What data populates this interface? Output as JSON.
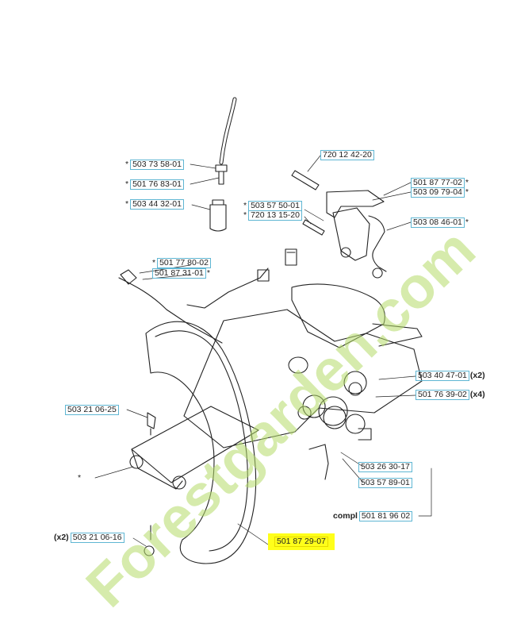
{
  "watermark": "Forestgarden.com",
  "labels": {
    "p1": {
      "part": "503 73 58-01",
      "prefix": "*"
    },
    "p2": {
      "part": "501 76 83-01",
      "prefix": "*"
    },
    "p3": {
      "part": "503 44 32-01",
      "prefix": "*"
    },
    "p4": {
      "part": "720 12 42-20"
    },
    "p5": {
      "part": "501 87 77-02",
      "suffix": "*"
    },
    "p6": {
      "part": "503 09 79-04",
      "suffix": "*"
    },
    "p7": {
      "part": "503 57 50-01",
      "prefix": "*"
    },
    "p8": {
      "part": "720 13 15-20",
      "prefix": "*"
    },
    "p9": {
      "part": "503 08 46-01",
      "suffix": "*"
    },
    "p10": {
      "part": "501 77 80-02",
      "prefix": "*"
    },
    "p11": {
      "part": "501 87 31-01",
      "suffix": "*"
    },
    "p12": {
      "part": "503 40 47-01",
      "suffix": "(x2)"
    },
    "p13": {
      "part": "501 76 39-02",
      "suffix": "(x4)"
    },
    "p14": {
      "part": "503 21 06-25"
    },
    "p15": {
      "part": "503 26 30-17"
    },
    "p16": {
      "part": "503 57 89-01"
    },
    "p17": {
      "part": "501 81 96 02",
      "prefix": "compl"
    },
    "p18": {
      "part": "503 21 06-16",
      "prefix": "(x2)"
    },
    "p19": {
      "part": "501 87 29-07"
    }
  },
  "star_label": "*",
  "colors": {
    "label_border": "#5fb6d3",
    "highlight": "#ffff1a",
    "watermark_orange": "#f7a630",
    "watermark_green": "#b5dc6a",
    "watermark_gray": "#a09a90"
  }
}
